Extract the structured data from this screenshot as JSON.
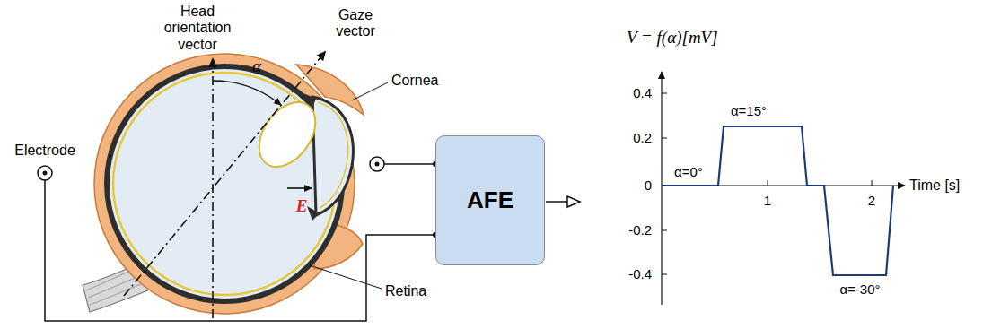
{
  "diagram": {
    "nodes": [
      {
        "text": [
          "AFE"
        ]
      }
    ],
    "labels": [
      "Head orientation vector",
      "Gaze vector",
      "α",
      "Cornea",
      "Electrode",
      "E",
      "Retina",
      "V = f(α)[mV]",
      "0.4",
      "0.2",
      "0",
      "-0.2",
      "-0.4",
      "1",
      "2",
      "Time [s]",
      "α=0°",
      "α=15°",
      "α=-30°"
    ]
  }
}
